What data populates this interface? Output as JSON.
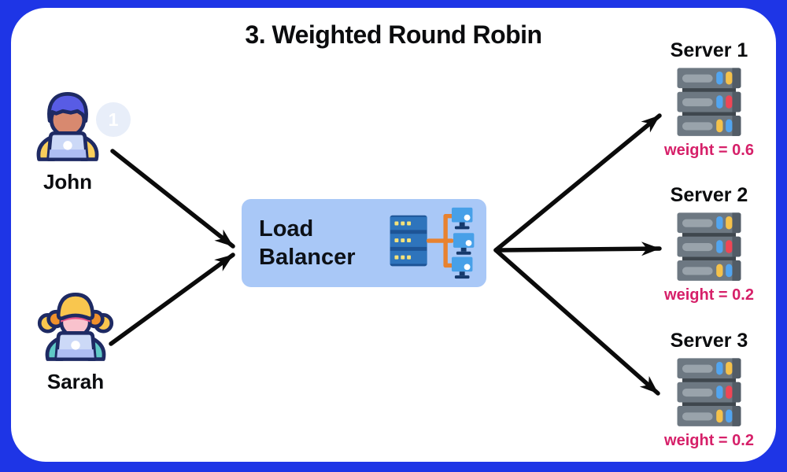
{
  "title": "3. Weighted Round Robin",
  "users": [
    {
      "name": "John",
      "badge": "1",
      "icon": "man-at-laptop-icon"
    },
    {
      "name": "Sarah",
      "icon": "woman-at-laptop-icon"
    }
  ],
  "load_balancer": {
    "label": "Load Balancer",
    "icon": "load-balancer-network-icon"
  },
  "servers": [
    {
      "label": "Server 1",
      "weight_label": "weight = 0.6",
      "weight_value": 0.6
    },
    {
      "label": "Server 2",
      "weight_label": "weight = 0.2",
      "weight_value": 0.2
    },
    {
      "label": "Server 3",
      "weight_label": "weight = 0.2",
      "weight_value": 0.2
    }
  ],
  "colors": {
    "frame_blue": "#1e35e6",
    "lb_box_fill": "#a9c8f7",
    "weight_pink": "#d62069",
    "arrow_black": "#0b0b0b",
    "badge_fill": "#e8eef9"
  }
}
